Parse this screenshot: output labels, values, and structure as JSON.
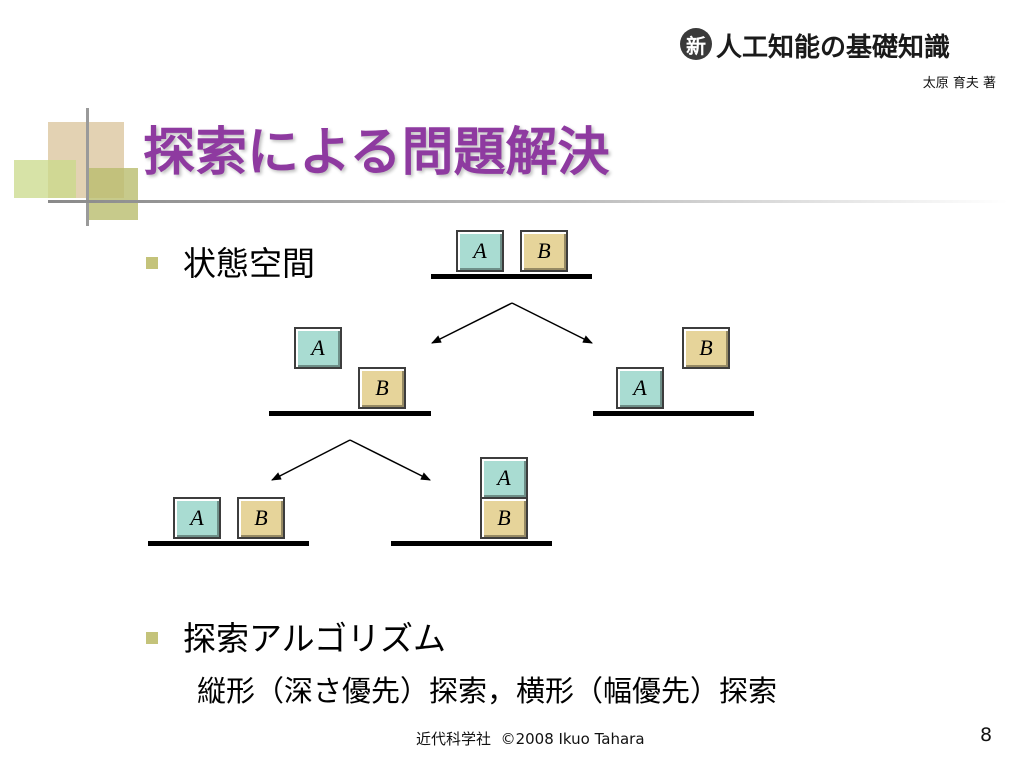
{
  "header": {
    "book_badge": "新",
    "book_title": "人工知能の基礎知識",
    "author": "太原 育夫 著"
  },
  "slide": {
    "title": "探索による問題解決",
    "bullets": [
      {
        "text": "状態空間"
      },
      {
        "text": "探索アルゴリズム",
        "sub": "縦形（深さ優先）探索，横形（幅優先）探索"
      }
    ]
  },
  "diagram": {
    "block_a_label": "A",
    "block_b_label": "B"
  },
  "footer": {
    "publisher": "近代科学社",
    "copyright": "©2008 Ikuo Tahara",
    "page": "8"
  },
  "colors": {
    "title": "#8e3aa0",
    "block_a": "#a9dcd2",
    "block_b": "#e6d49a",
    "bullet": "#c4c37a"
  }
}
